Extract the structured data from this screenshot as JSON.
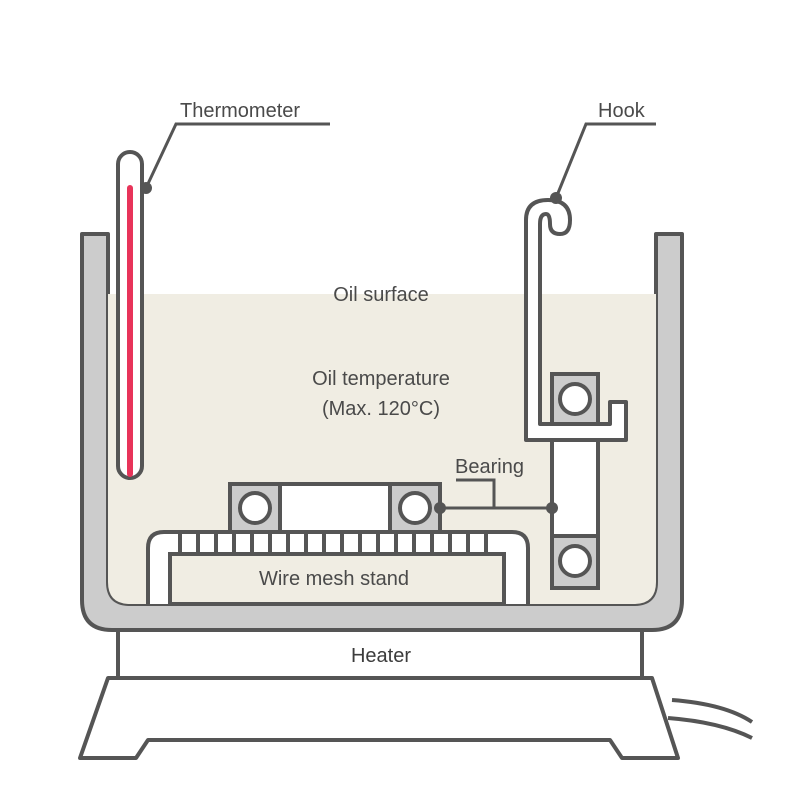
{
  "labels": {
    "thermometer": "Thermometer",
    "hook": "Hook",
    "oil_surface": "Oil surface",
    "oil_temperature": "Oil temperature",
    "max_temperature": "(Max. 120°C)",
    "bearing": "Bearing",
    "wire_mesh_stand": "Wire mesh stand",
    "heater": "Heater"
  },
  "colors": {
    "outline": "#555555",
    "tank_wall": "#cccccc",
    "oil": "#f0ede3",
    "thermometer_fluid": "#e8345a",
    "background": "#ffffff"
  }
}
